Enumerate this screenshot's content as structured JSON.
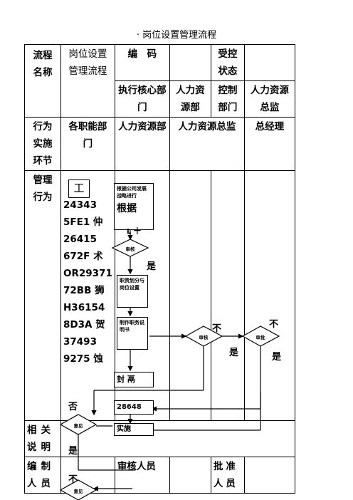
{
  "title": "岗位设置管理流程",
  "header": {
    "process_name_label": "流程名称",
    "process_name_value": "岗位设置管理流程",
    "code_label": "编　码",
    "control_status_label": "受控状态",
    "exec_dept_label": "执行核心部门",
    "hr_dept_label": "人力资源部",
    "control_dept_label": "控制部门",
    "hr_director_label": "人力资源总监"
  },
  "roles": {
    "row_label": "行为实施环节",
    "col1": "各职能部门",
    "col2": "人力资源部",
    "col3": "人力资源总监",
    "col4": "总经理"
  },
  "management": {
    "row_label": "管理行为",
    "garbled_box": "工",
    "garbled_lines": [
      "24343",
      "5FE1 仲",
      "26415",
      "672F 术",
      "OR29371",
      "72BB 狮",
      "H36154",
      "8D3A 贺",
      "37493",
      "9275 蚀"
    ]
  },
  "flow": {
    "box1": "根据公司发展战略进行",
    "box1_big": "根据",
    "box1_tail": "L 十",
    "diamond1": "审核",
    "glyph_shi1": "是",
    "box2": "职责划分与岗位设置",
    "box3": "制作职务说明书",
    "box4_partial": "封 鬲",
    "diamond2": "审核",
    "diamond3": "审批",
    "no_mark": "不",
    "yes_mark": "是",
    "box5_partial": "28648",
    "box6_partial": "实施",
    "diamond_opinion": "意见",
    "no_mark2": "否"
  },
  "footer": {
    "related_label": "相关说明",
    "author_label": "编制人员",
    "reviewer_label": "审核人员",
    "approver_label": "批准人员"
  }
}
